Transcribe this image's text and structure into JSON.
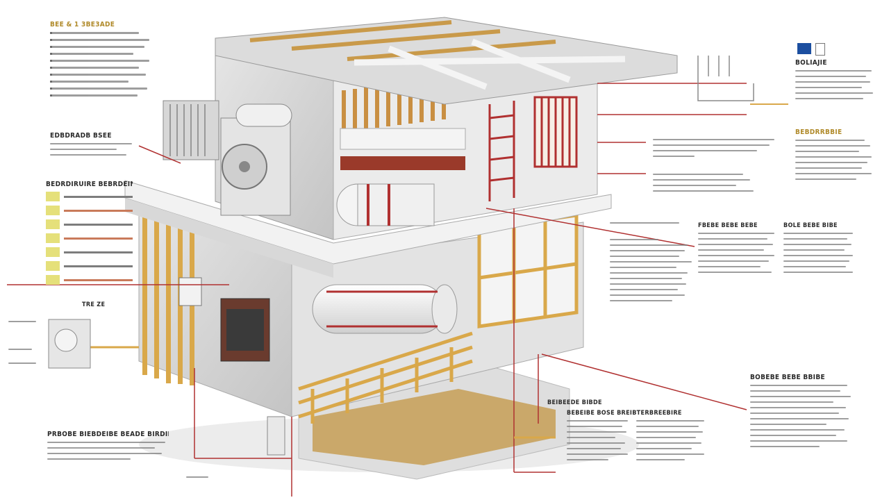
{
  "colors": {
    "wall": "#d9d9d9",
    "wall_shadow": "#bdbdbd",
    "wood": "#d9a84a",
    "pipe_red": "#b03030",
    "leader": "#b03030",
    "accent_gold": "#c7a13a",
    "accent_olive": "#9aa52a",
    "accent_blue": "#1c4fa0"
  },
  "illustration": {
    "subject": "cutaway-house-mechanical-systems"
  },
  "labels": {
    "top_left_header": "BEE & 1 3BE3ADE",
    "left_mid_header": "EDBDRADB BSEE",
    "left_table_header": "BEDRDIRUIRE BEBRDEIN",
    "left_small_label": "TRE ZE",
    "bottom_left_header": "PRBOBE BIEBDEIBE BEADE BIRDIE",
    "top_right_header": "BOLIAJIE",
    "right_gold_header": "BEBDRRBBIE",
    "right_mid_header_a": "FBEBE BEBE BEBE",
    "right_mid_header_b": "BOLE BEBE BIBE",
    "bottom_right_header": "BOBEBE BEBE BBIBE",
    "bottom_center_header": "BEIBEEDE BIBDE",
    "bottom_center_sub": "BEBEIBE BOSE BREIBTERBREEBIRE"
  }
}
